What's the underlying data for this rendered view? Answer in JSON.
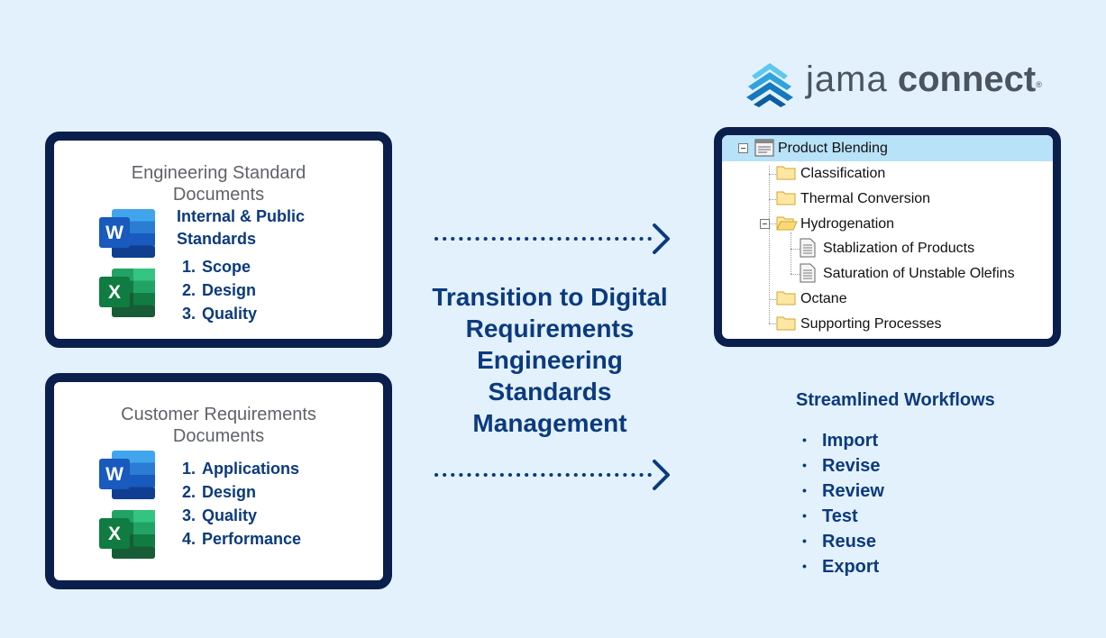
{
  "card1": {
    "title_line1": "Engineering Standard",
    "title_line2": "Documents",
    "word_heading_line1": "Internal & Public",
    "word_heading_line2": "Standards",
    "items": [
      {
        "num": "1.",
        "label": "Scope"
      },
      {
        "num": "2.",
        "label": "Design"
      },
      {
        "num": "3.",
        "label": "Quality"
      }
    ]
  },
  "card2": {
    "title_line1": "Customer Requirements",
    "title_line2": "Documents",
    "items": [
      {
        "num": "1.",
        "label": "Applications"
      },
      {
        "num": "2.",
        "label": "Design"
      },
      {
        "num": "3.",
        "label": "Quality"
      },
      {
        "num": "4.",
        "label": "Performance"
      }
    ]
  },
  "icons": {
    "word_letter": "W",
    "excel_letter": "X",
    "word_color": "#185abd",
    "excel_color": "#107c41"
  },
  "center": {
    "line1": "Transition to Digital",
    "line2": "Requirements",
    "line3": "Engineering",
    "line4": "Standards",
    "line5": "Management"
  },
  "logo": {
    "light": "jama",
    "bold": "connect",
    "mark": "®"
  },
  "tree": {
    "root": "Product Blending",
    "items": [
      "Classification",
      "Thermal Conversion",
      "Hydrogenation",
      "Stablization of Products",
      "Saturation of Unstable Olefins",
      "Octane",
      "Supporting Processes"
    ]
  },
  "workflows": {
    "title": "Streamlined Workflows",
    "bullet": "•",
    "items": [
      "Import",
      "Revise",
      "Review",
      "Test",
      "Reuse",
      "Export"
    ]
  },
  "colors": {
    "background": "#e3f1fd",
    "navy": "#0b1f4d",
    "text_blue": "#0b3a7e",
    "highlight": "#b8e2f7"
  }
}
